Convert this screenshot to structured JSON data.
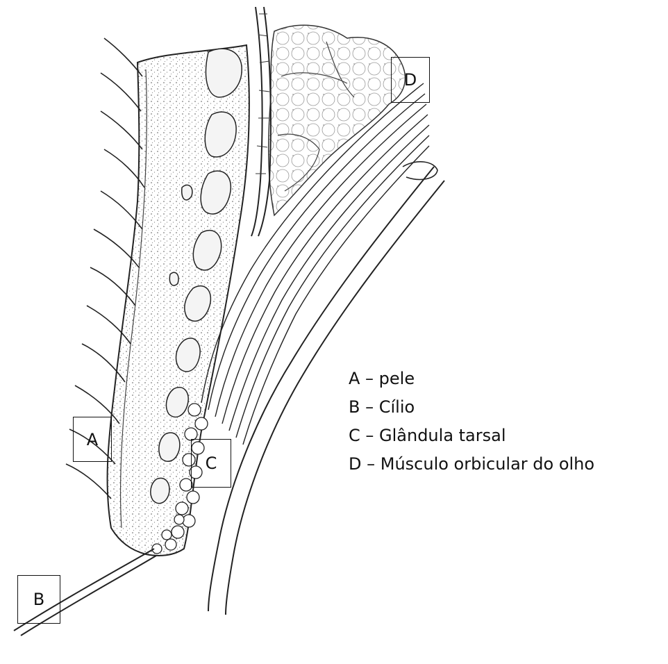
{
  "labels": {
    "a": "A",
    "b": "B",
    "c": "C",
    "d": "D"
  },
  "legend": [
    "A – pele",
    "B – Cílio",
    "C – Glândula tarsal",
    "D – Músculo orbicular do olho"
  ]
}
